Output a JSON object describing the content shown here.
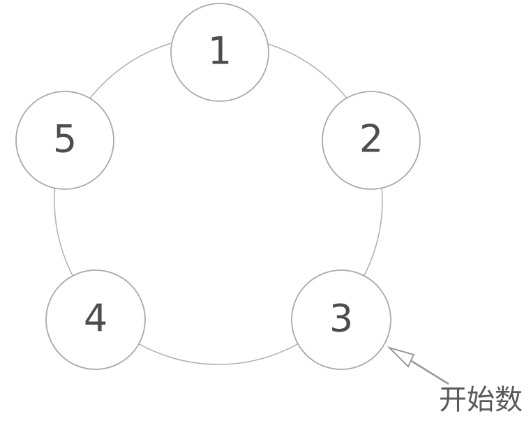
{
  "nodes": [
    {
      "id": "node-1",
      "label": "1"
    },
    {
      "id": "node-2",
      "label": "2"
    },
    {
      "id": "node-3",
      "label": "3"
    },
    {
      "id": "node-4",
      "label": "4"
    },
    {
      "id": "node-5",
      "label": "5"
    }
  ],
  "annotation": {
    "label": "开始数",
    "points_to": "node-3"
  },
  "colors": {
    "background": "#ffffff",
    "ring_stroke": "#b3b3b3",
    "node_stroke": "#a9a9a9",
    "node_fill": "#ffffff",
    "digit": "#4d4d4d",
    "arrow": "#9a9a9a",
    "annotation_text": "#595959"
  }
}
